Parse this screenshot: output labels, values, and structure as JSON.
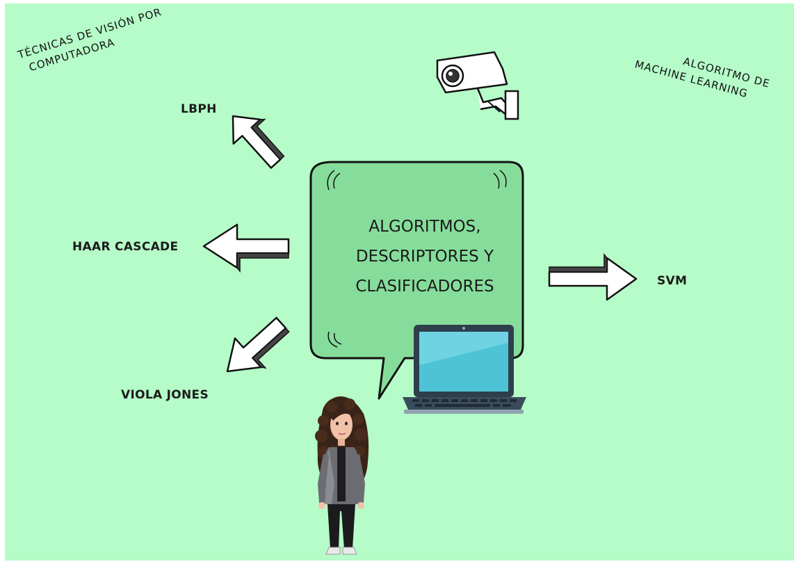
{
  "titles": {
    "left": [
      "TÉCNICAS DE VISIÓN POR",
      "COMPUTADORA"
    ],
    "right": [
      "ALGORITMO DE",
      "MACHINE LEARNING"
    ]
  },
  "center": {
    "lines": [
      "ALGORITMOS,",
      "DESCRIPTORES Y",
      "CLASIFICADORES"
    ]
  },
  "nodes": {
    "lbph": "LBPH",
    "haar": "HAAR CASCADE",
    "viola": "VIOLA JONES",
    "svm": "SVM"
  },
  "colors": {
    "background": "#b5fcc8",
    "bubble": "#86dd9b",
    "outline": "#111111",
    "laptop_screen": "#4fc3d6",
    "laptop_body": "#2e3e4c"
  },
  "icons": [
    "security-camera-icon",
    "laptop-icon",
    "avatar-illustration"
  ]
}
